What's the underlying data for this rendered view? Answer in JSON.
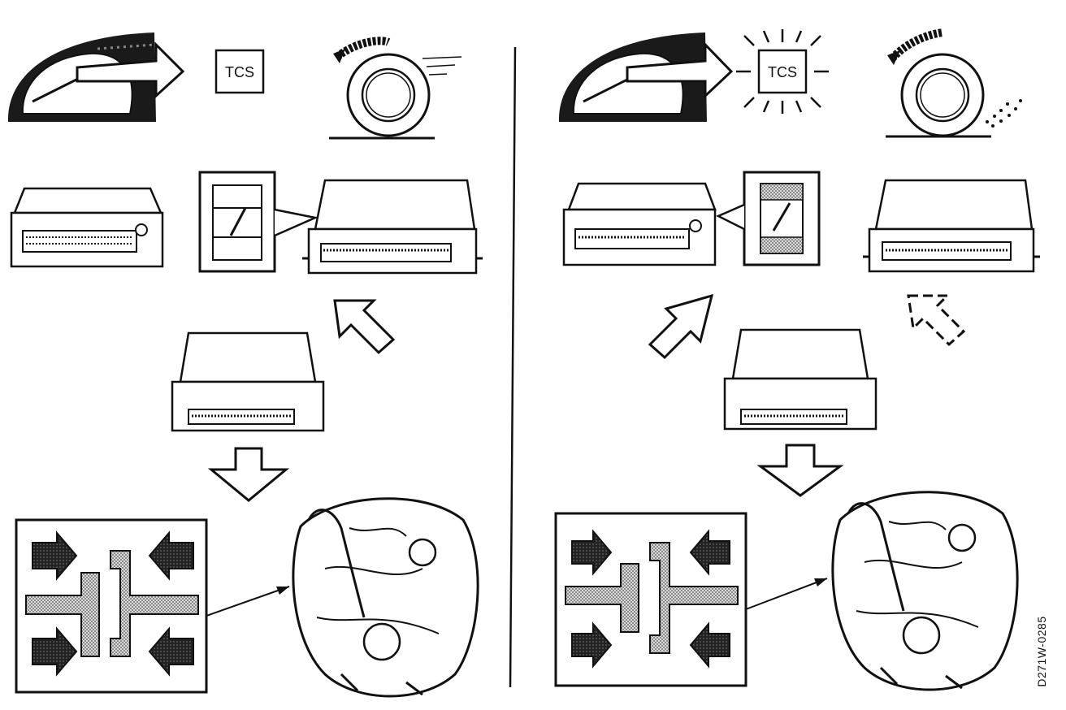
{
  "diagram": {
    "left_panel": {
      "indicator_label": "TCS",
      "indicator_lit": false,
      "wheel_slip": false
    },
    "right_panel": {
      "indicator_label": "TCS",
      "indicator_lit": true,
      "wheel_slip": true
    },
    "figure_code": "D271W-0285"
  },
  "colors": {
    "ink": "#111111",
    "background": "#ffffff",
    "hatch": "#9a9a9a",
    "dark": "#2a2a2a"
  }
}
